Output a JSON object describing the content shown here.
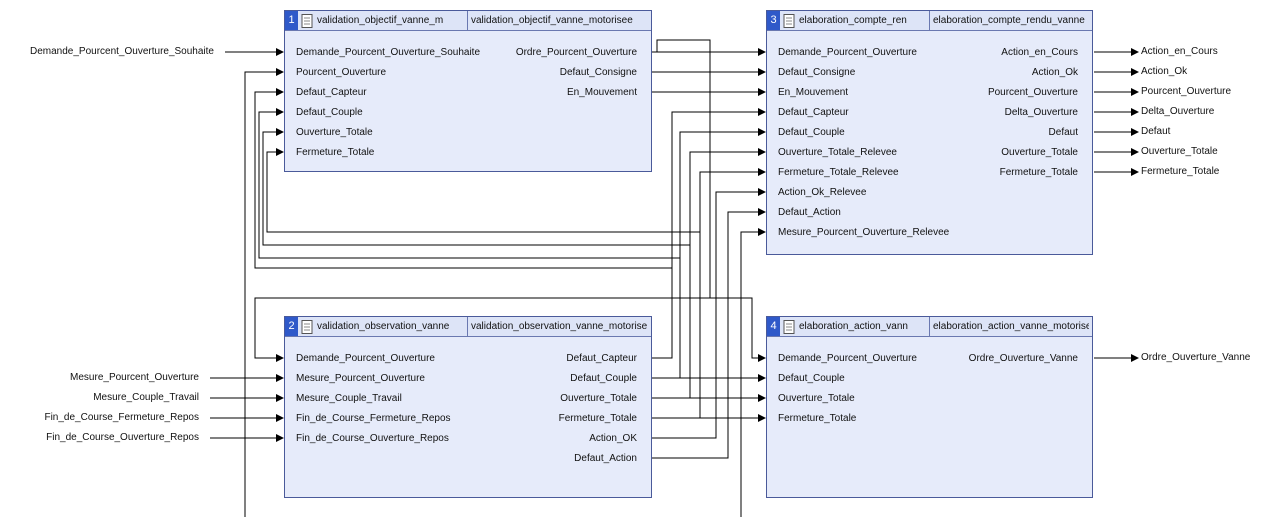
{
  "blocks": [
    {
      "number": "1",
      "name": "validation_objectif_vanne_m",
      "full_name": "validation_objectif_vanne_motorisee",
      "inputs": [
        "Demande_Pourcent_Ouverture_Souhaite",
        "Pourcent_Ouverture",
        "Defaut_Capteur",
        "Defaut_Couple",
        "Ouverture_Totale",
        "Fermeture_Totale"
      ],
      "outputs": [
        "Ordre_Pourcent_Ouverture",
        "Defaut_Consigne",
        "En_Mouvement"
      ]
    },
    {
      "number": "2",
      "name": "validation_observation_vanne",
      "full_name": "validation_observation_vanne_motorisee",
      "inputs": [
        "Demande_Pourcent_Ouverture",
        "Mesure_Pourcent_Ouverture",
        "Mesure_Couple_Travail",
        "Fin_de_Course_Fermeture_Repos",
        "Fin_de_Course_Ouverture_Repos"
      ],
      "outputs": [
        "Defaut_Capteur",
        "Defaut_Couple",
        "Ouverture_Totale",
        "Fermeture_Totale",
        "Action_OK",
        "Defaut_Action"
      ]
    },
    {
      "number": "3",
      "name": "elaboration_compte_ren",
      "full_name": "elaboration_compte_rendu_vanne",
      "inputs": [
        "Demande_Pourcent_Ouverture",
        "Defaut_Consigne",
        "En_Mouvement",
        "Defaut_Capteur",
        "Defaut_Couple",
        "Ouverture_Totale_Relevee",
        "Fermeture_Totale_Relevee",
        "Action_Ok_Relevee",
        "Defaut_Action",
        "Mesure_Pourcent_Ouverture_Relevee"
      ],
      "outputs": [
        "Action_en_Cours",
        "Action_Ok",
        "Pourcent_Ouverture",
        "Delta_Ouverture",
        "Defaut",
        "Ouverture_Totale",
        "Fermeture_Totale"
      ]
    },
    {
      "number": "4",
      "name": "elaboration_action_vann",
      "full_name": "elaboration_action_vanne_motorisee",
      "inputs": [
        "Demande_Pourcent_Ouverture",
        "Defaut_Couple",
        "Ouverture_Totale",
        "Fermeture_Totale"
      ],
      "outputs": [
        "Ordre_Ouverture_Vanne"
      ]
    }
  ],
  "external_inputs": [
    "Demande_Pourcent_Ouverture_Souhaite",
    "Mesure_Pourcent_Ouverture",
    "Mesure_Couple_Travail",
    "Fin_de_Course_Fermeture_Repos",
    "Fin_de_Course_Ouverture_Repos"
  ],
  "external_outputs": [
    "Action_en_Cours",
    "Action_Ok",
    "Pourcent_Ouverture",
    "Delta_Ouverture",
    "Defaut",
    "Ouverture_Totale",
    "Fermeture_Totale",
    "Ordre_Ouverture_Vanne"
  ],
  "colors": {
    "block_fill": "#e6ebfa",
    "block_border": "#4a5a9a",
    "block_number": "#2f59c9",
    "wire": "#000000"
  }
}
